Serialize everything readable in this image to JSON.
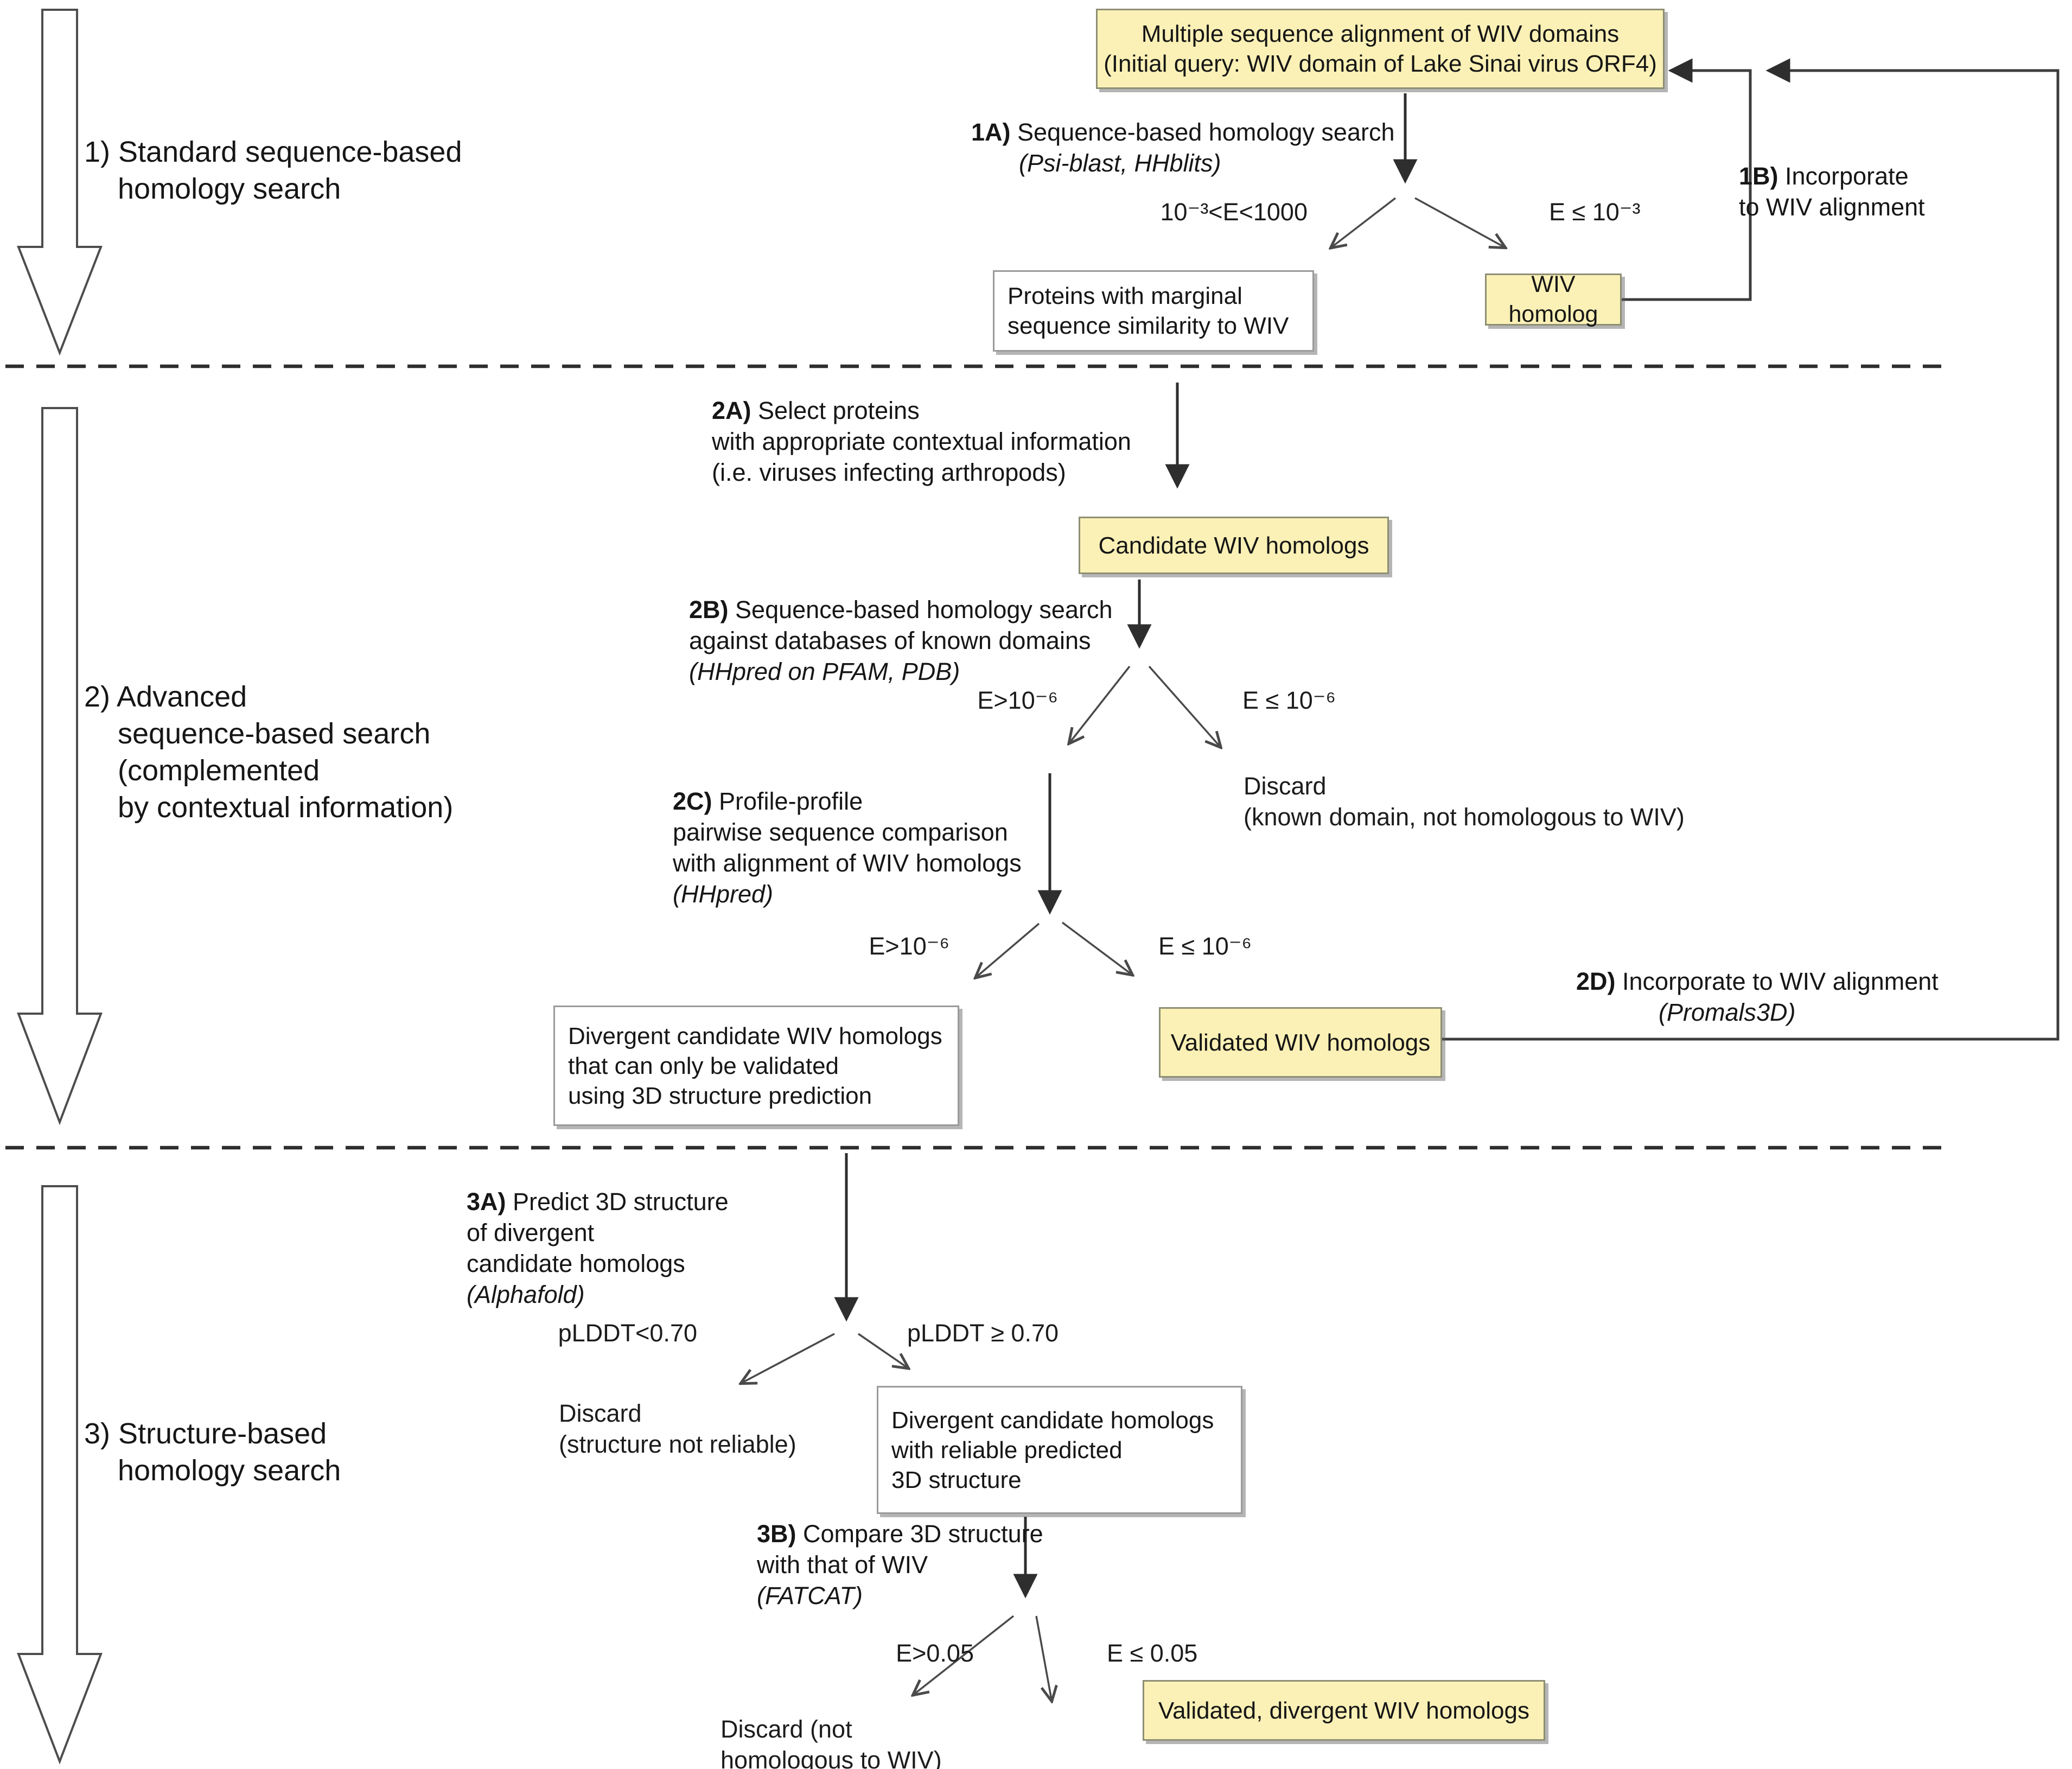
{
  "sections": {
    "s1": {
      "label": "1) Standard sequence-based\nhomology search"
    },
    "s2": {
      "label": "2) Advanced\nsequence-based search\n(complemented\nby contextual information)"
    },
    "s3": {
      "label": "3) Structure-based\nhomology search"
    }
  },
  "steps": {
    "s1a": {
      "num": "1A)",
      "text": "Sequence-based homology search",
      "tool": "(Psi-blast, HHblits)"
    },
    "s1b": {
      "num": "1B)",
      "text": "Incorporate\nto WIV alignment"
    },
    "s2a": {
      "num": "2A)",
      "text": "Select proteins\nwith appropriate contextual information\n(i.e. viruses infecting arthropods)"
    },
    "s2b": {
      "num": "2B)",
      "text": "Sequence-based homology search\nagainst databases of known domains",
      "tool": "(HHpred on PFAM, PDB)"
    },
    "s2c": {
      "num": "2C)",
      "text": "Profile-profile\npairwise sequence comparison\nwith alignment of WIV homologs",
      "tool": "(HHpred)"
    },
    "s2d": {
      "num": "2D)",
      "text": "Incorporate to WIV alignment",
      "tool": "(Promals3D)"
    },
    "s3a": {
      "num": "3A)",
      "text": "Predict 3D structure\nof divergent\ncandidate homologs",
      "tool": "(Alphafold)"
    },
    "s3b": {
      "num": "3B)",
      "text": "Compare 3D structure\nwith that of WIV",
      "tool": "(FATCAT)"
    }
  },
  "boxes": {
    "msa": {
      "text": "Multiple sequence alignment of WIV domains\n(Initial query: WIV domain of Lake Sinai virus ORF4)"
    },
    "marginal": {
      "text": "Proteins with marginal\nsequence similarity to WIV"
    },
    "wiv_homolog": {
      "text": "WIV homolog"
    },
    "candidate": {
      "text": "Candidate WIV homologs"
    },
    "divergent_candidates": {
      "text": "Divergent candidate WIV homologs\nthat can only be validated\nusing 3D structure prediction"
    },
    "validated": {
      "text": "Validated WIV homologs"
    },
    "reliable": {
      "text": "Divergent candidate homologs\nwith reliable predicted\n3D structure"
    },
    "validated_divergent": {
      "text": "Validated, divergent WIV homologs"
    }
  },
  "branches": {
    "b1_left": "10⁻³<E<1000",
    "b1_right": "E ≤ 10⁻³",
    "b2b_left": "E>10⁻⁶",
    "b2b_right": "E ≤ 10⁻⁶",
    "b2c_left": "E>10⁻⁶",
    "b2c_right": "E ≤ 10⁻⁶",
    "b3a_left": "pLDDT<0.70",
    "b3a_right": "pLDDT ≥ 0.70",
    "b3b_left": "E>0.05",
    "b3b_right": "E ≤ 0.05"
  },
  "notes": {
    "discard_known": "Discard\n(known domain, not homologous to WIV)",
    "discard_structure": "Discard\n(structure not reliable)",
    "discard_not_homologous": "Discard (not\nhomologous to WIV)"
  },
  "colors": {
    "highlight_bg": "#fbf1b6",
    "line": "#3c3c3c"
  }
}
